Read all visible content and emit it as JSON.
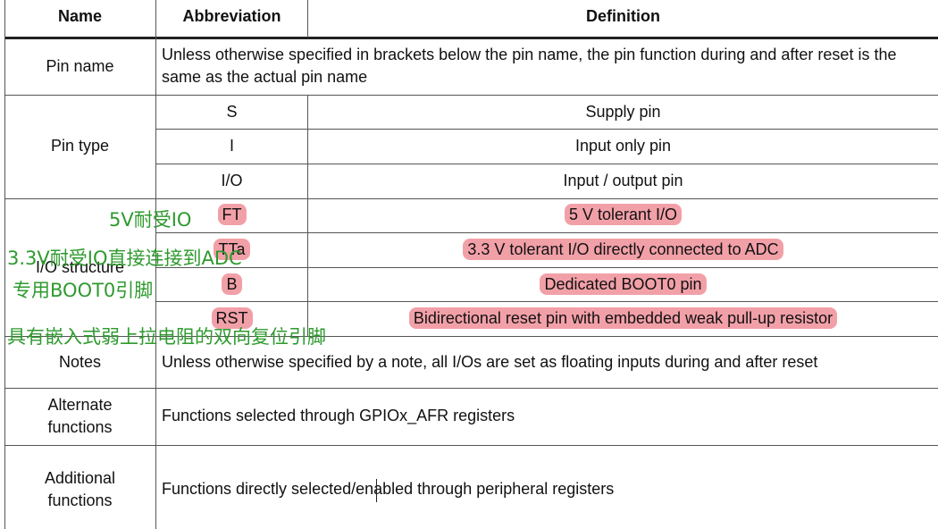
{
  "header": {
    "name": "Name",
    "abbreviation": "Abbreviation",
    "definition": "Definition"
  },
  "rows": {
    "pin_name": {
      "name": "Pin name",
      "definition": "Unless otherwise specified in brackets below the pin name, the pin function during and after reset is the same as the actual pin name"
    },
    "pin_type": {
      "name": "Pin type",
      "items": [
        {
          "abbr": "S",
          "def": "Supply pin"
        },
        {
          "abbr": "I",
          "def": "Input only pin"
        },
        {
          "abbr": "I/O",
          "def": "Input / output pin"
        }
      ]
    },
    "io_structure": {
      "name": "I/O structure",
      "items": [
        {
          "abbr": "FT",
          "def": "5 V tolerant I/O"
        },
        {
          "abbr": "TTa",
          "def": "3.3 V tolerant I/O directly connected to ADC"
        },
        {
          "abbr": "B",
          "def": "Dedicated BOOT0 pin"
        },
        {
          "abbr": "RST",
          "def": "Bidirectional reset pin with embedded weak pull-up resistor"
        }
      ]
    },
    "notes": {
      "name": "Notes",
      "definition": "Unless otherwise specified by a note, all I/Os are set as floating inputs during and after reset"
    },
    "alternate": {
      "name_line1": "Alternate",
      "name_line2": "functions",
      "definition": "Functions selected through GPIOx_AFR registers"
    },
    "additional": {
      "name_line1": "Additional",
      "name_line2": "functions",
      "definition": "Functions directly selected/enabled through peripheral registers"
    }
  },
  "annotations": {
    "ft": "5V耐受IO",
    "tta": "3.3V耐受IO直接连接到ADC",
    "b": "专用BOOT0引脚",
    "rst": "具有嵌入式弱上拉电阻的双向复位引脚"
  },
  "colors": {
    "highlight": "#f2a0a8",
    "annotation": "#2e9a2e"
  }
}
